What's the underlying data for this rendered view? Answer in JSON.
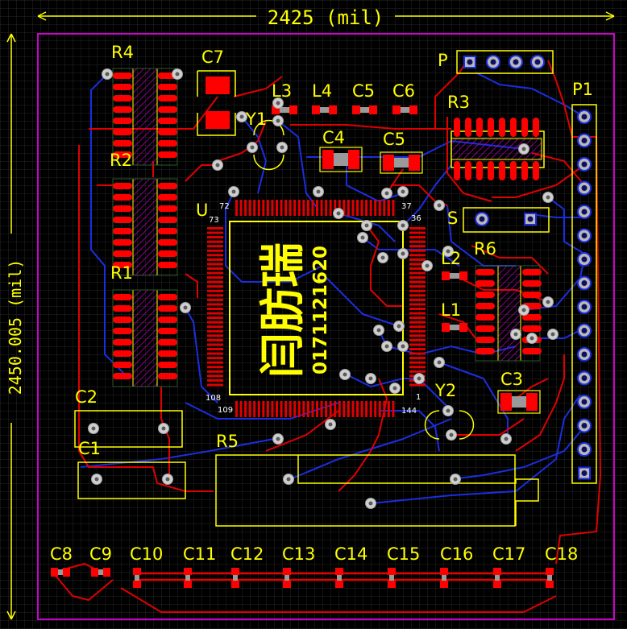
{
  "dimensions": {
    "width_label": "2425 (mil)",
    "height_label": "2450.005 (mil)"
  },
  "designators": {
    "R4": "R4",
    "R2": "R2",
    "R1": "R1",
    "C7": "C7",
    "Y1": "Y1",
    "L3": "L3",
    "L4": "L4",
    "C5a": "C5",
    "C6": "C6",
    "C4": "C4",
    "C5b": "C5",
    "P": "P",
    "P1": "P1",
    "R3": "R3",
    "S": "S",
    "U": "U",
    "R6": "R6",
    "L2": "L2",
    "L1": "L1",
    "C3": "C3",
    "Y2": "Y2",
    "C2": "C2",
    "C1": "C1",
    "R5": "R5",
    "C8": "C8",
    "C9": "C9",
    "C10": "C10",
    "C11": "C11",
    "C12": "C12",
    "C13": "C13",
    "C14": "C14",
    "C15": "C15",
    "C16": "C16",
    "C17": "C17",
    "C18": "C18"
  },
  "ic_pins": {
    "p1": "1",
    "p36": "36",
    "p37": "37",
    "p72": "72",
    "p73": "73",
    "p108": "108",
    "p109": "109",
    "p144": "144"
  },
  "chip_text": {
    "chars": "闫肪瑞",
    "number": "0171121620"
  },
  "colors": {
    "background": "#000000",
    "grid": "#2a2a2a",
    "outline": "#cc00cc",
    "silk": "#ffff00",
    "top_copper": "#e00000",
    "bottom_copper": "#1a2ee0",
    "pad_red": "#ff0000",
    "via": "#c0c0c0",
    "hatch": "#cc00cc"
  }
}
